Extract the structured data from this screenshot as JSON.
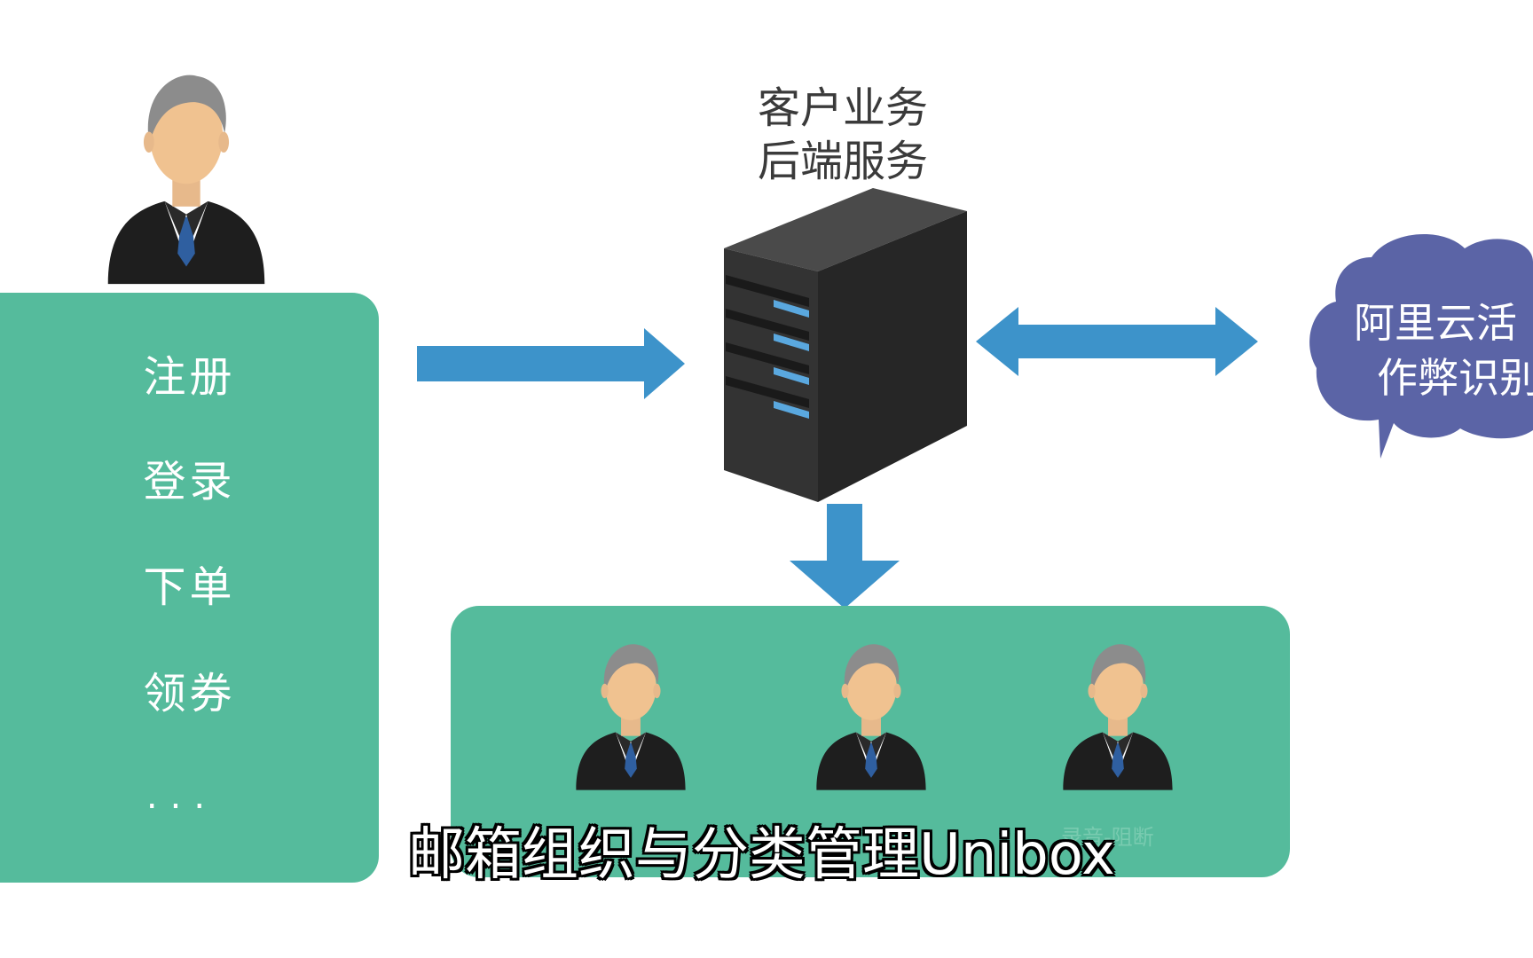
{
  "server": {
    "label_line1": "客户业务",
    "label_line2": "后端服务"
  },
  "user_actions": [
    "注册",
    "登录",
    "下单",
    "领券"
  ],
  "user_actions_more": "...",
  "cloud": {
    "line1": "阿里云活",
    "line2": "作弊识别"
  },
  "team_caption": "录音-阻断",
  "subtitle": "邮箱组织与分类管理Unibox",
  "colors": {
    "panel": "#55bb9c",
    "arrow": "#3d93ca",
    "cloud": "#5b64a6",
    "server": "#2e2e2e",
    "server_led": "#5aa8df"
  }
}
